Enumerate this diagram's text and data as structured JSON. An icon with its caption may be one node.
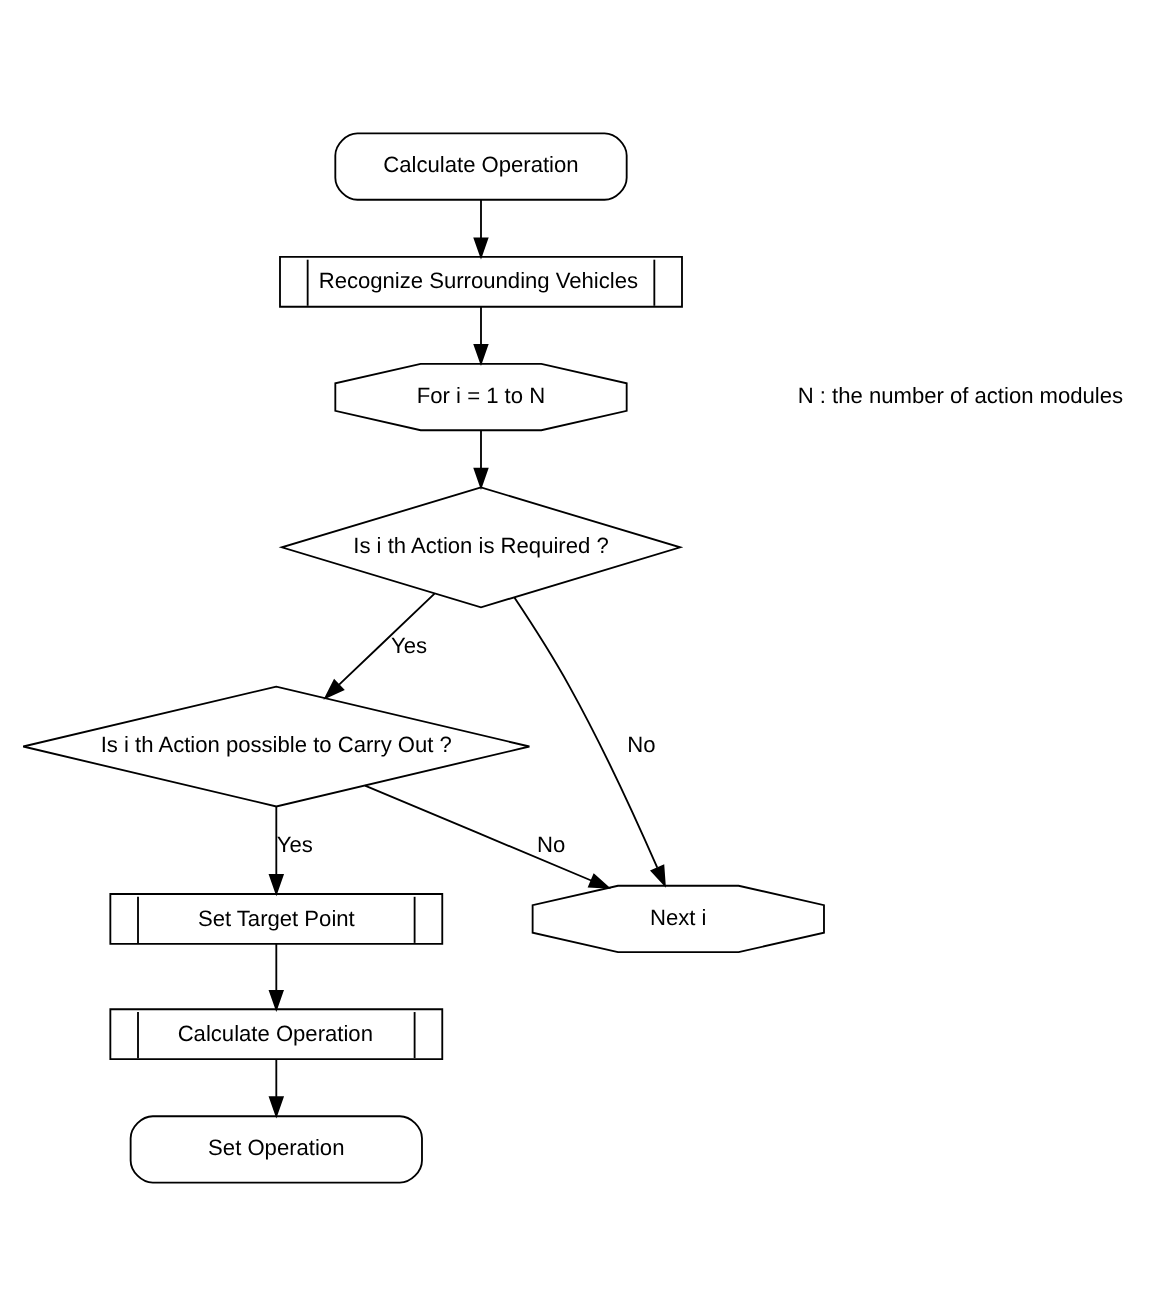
{
  "diagram": {
    "nodes": [
      {
        "text": [
          "Calculate Operation"
        ]
      },
      {
        "text": [
          "Recognize Surrounding Vehicles"
        ]
      },
      {
        "text": [
          "For i = 1 to N"
        ]
      },
      {
        "text": [
          "Is i th Action is Required ?"
        ]
      },
      {
        "text": [
          "Is i th Action possible to Carry Out ?"
        ]
      },
      {
        "text": [
          "Next i"
        ]
      },
      {
        "text": [
          "Set Target Point"
        ]
      },
      {
        "text": [
          "Calculate Operation"
        ]
      },
      {
        "text": [
          "Set Operation"
        ]
      }
    ],
    "edges": [
      {
        "from": 0,
        "to": 1,
        "arrow": "to"
      },
      {
        "from": 1,
        "to": 2,
        "arrow": "to"
      },
      {
        "from": 2,
        "to": 3,
        "arrow": "to"
      },
      {
        "from": 3,
        "to": 4,
        "arrow": "to",
        "label": "Yes"
      },
      {
        "from": 3,
        "to": 5,
        "arrow": "to",
        "label": "No"
      },
      {
        "from": 4,
        "to": 5,
        "arrow": "to",
        "label": "No"
      },
      {
        "from": 4,
        "to": 6,
        "arrow": "to",
        "label": "Yes"
      },
      {
        "from": 6,
        "to": 7,
        "arrow": "to"
      },
      {
        "from": 7,
        "to": 8,
        "arrow": "to"
      }
    ],
    "labels": [
      "N : the number of action modules"
    ]
  }
}
